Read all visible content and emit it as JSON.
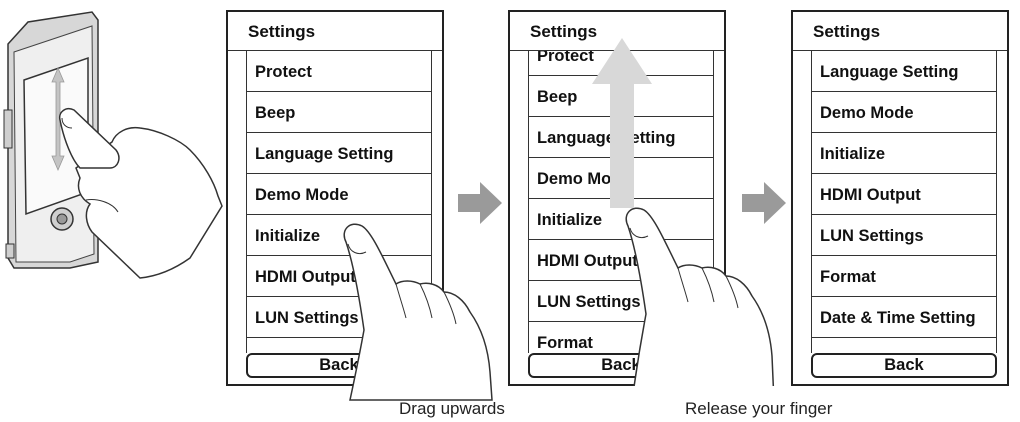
{
  "screens": [
    {
      "title": "Settings",
      "items": [
        "Protect",
        "Beep",
        "Language Setting",
        "Demo Mode",
        "Initialize",
        "HDMI Output",
        "LUN Settings"
      ],
      "back_label": "Back"
    },
    {
      "title": "Settings",
      "items": [
        "Protect",
        "Beep",
        "Language Setting",
        "Demo Mode",
        "Initialize",
        "HDMI Output",
        "LUN Settings",
        "Format"
      ],
      "back_label": "Back"
    },
    {
      "title": "Settings",
      "items": [
        "Language Setting",
        "Demo Mode",
        "Initialize",
        "HDMI Output",
        "LUN Settings",
        "Format",
        "Date & Time Setting"
      ],
      "back_label": "Back"
    }
  ],
  "captions": {
    "drag": "Drag upwards",
    "release": "Release your finger"
  },
  "icons": [
    "camcorder-icon",
    "hand-icon",
    "right-arrow-icon",
    "up-arrow-icon"
  ],
  "colors": {
    "arrow": "#9a9a9a",
    "up_arrow": "#d8d8d8",
    "outline": "#222222"
  }
}
